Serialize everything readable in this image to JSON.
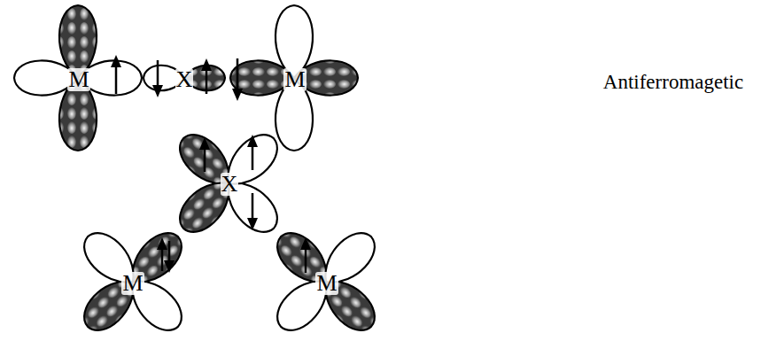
{
  "diagram": {
    "labels": [
      "M",
      "X",
      "M",
      "Antiferromagetic",
      "X",
      "M",
      "M"
    ]
  }
}
